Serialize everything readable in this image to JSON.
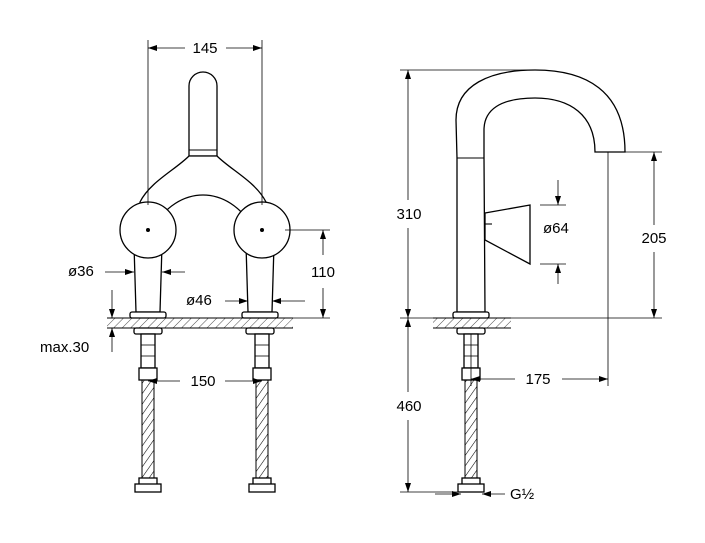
{
  "dimensions": {
    "spout_spacing": "145",
    "total_height": "310",
    "spout_height": "205",
    "handle_height": "110",
    "handle_diameter": "ø64",
    "body_diameter_small": "ø36",
    "body_diameter_base": "ø46",
    "max_thickness": "max.30",
    "inlet_spacing": "150",
    "spout_reach": "175",
    "hose_length": "460",
    "thread": "G½"
  }
}
